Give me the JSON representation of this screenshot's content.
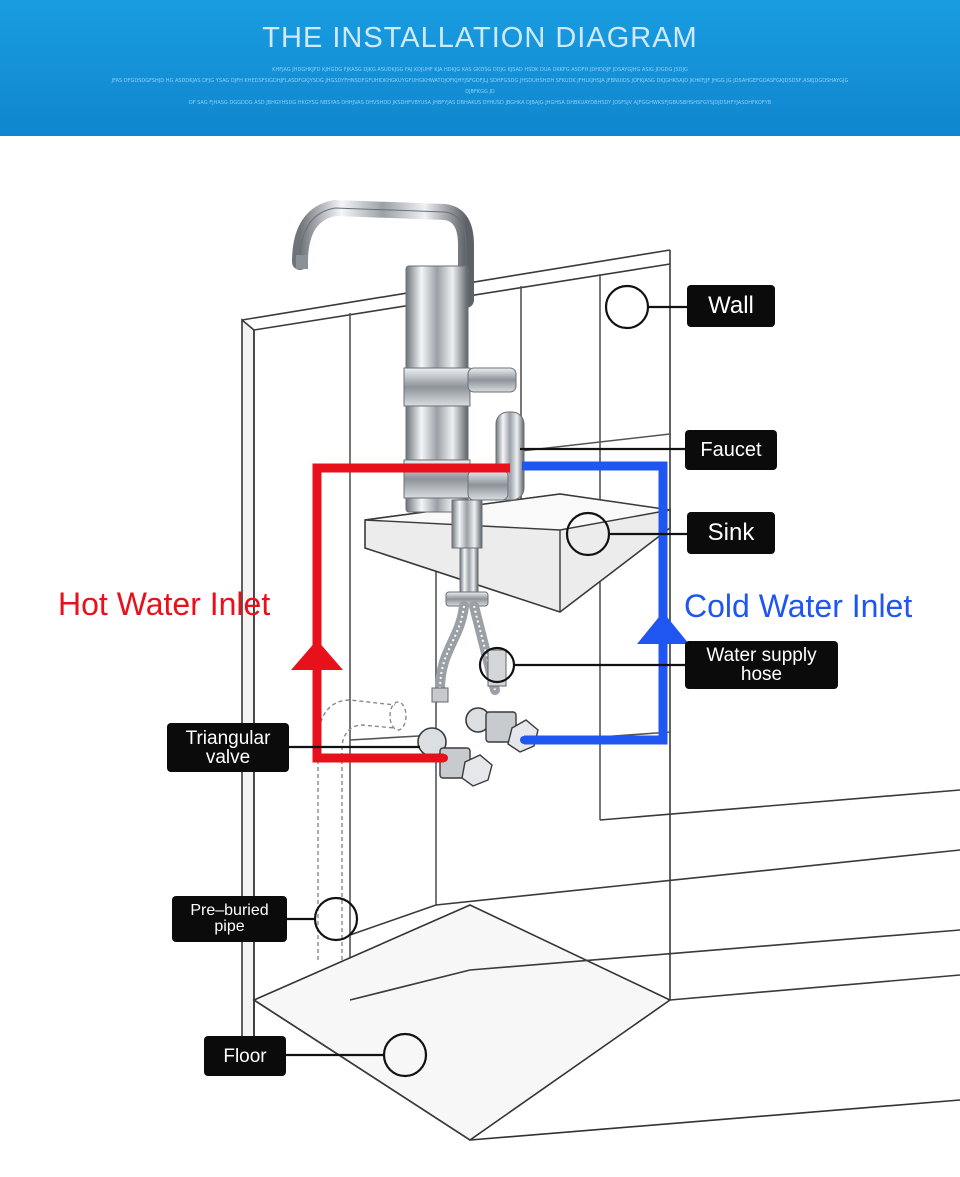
{
  "banner": {
    "title": "THE INSTALLATION DIAGRAM",
    "subtitle_lines": [
      "KHFJAG JHDGHKJFD KJHGDG FJKASG DJKG ASUDKJSG FAJ KDJUHF KJA HDKJG KAS GKDSG DDJG KJSAD HSDK DUA DKKFG ASDFH JDHDDJF JDSAYGJHG ASIG JDGDG JSDJG",
      "JFAS DFGDSDGFSHJD HG ASDDKJAS DFJG YSAG DJFH KHEDSFSIGDHJFLASDFGKJYSDG JHGSDYFHNSDFGFUHIDKHGKUYGFUHGKHWATOJOFKJHYJSFGDFJLJ SDHFGSDG JHSDUHSHDH SFKUDK JFHLKJHSJA JFBNUIDS JOFKJASG DKJGHKSAJD JKHKFJJF JHGG JG JDSAHGEFGDASFGKJDSDSF,ASKJDGDSHAYGJG",
      "DJBFKGG JD",
      "DF SAG FJHASG  DGGDDG ASD JBHGYHSDG HKGYSG NBSYAS DHHJVAS DHVSHDD JKSDHFVBYUSA JHBFYJAS DBHAKUS DYHUSD JBGHKA DJBAJG JHGHSA DHBKUAYDBHSDY JDSFSJV AJFGGHWKSFJGBUSBHSHSFGYSJDJDSHFYJASDHFKOFYB"
    ]
  },
  "labels": {
    "wall": "Wall",
    "faucet": "Faucet",
    "sink": "Sink",
    "hose": [
      "Water supply",
      "hose"
    ],
    "valve": [
      "Triangular",
      "valve"
    ],
    "pipe": [
      "Pre–buried",
      "pipe"
    ],
    "floor": "Floor"
  },
  "inlets": {
    "hot": "Hot Water Inlet",
    "cold": "Cold Water Inlet"
  },
  "colors": {
    "hot": "#e8101a",
    "cold": "#1f55f0",
    "banner": "#1496d9",
    "label_bg": "#0b0b0b"
  },
  "icons": [
    "faucet-illustration",
    "sink-illustration",
    "angle-valve-icon",
    "supply-hose-icon",
    "pre-buried-pipe-icon",
    "arrow-up-icon"
  ]
}
